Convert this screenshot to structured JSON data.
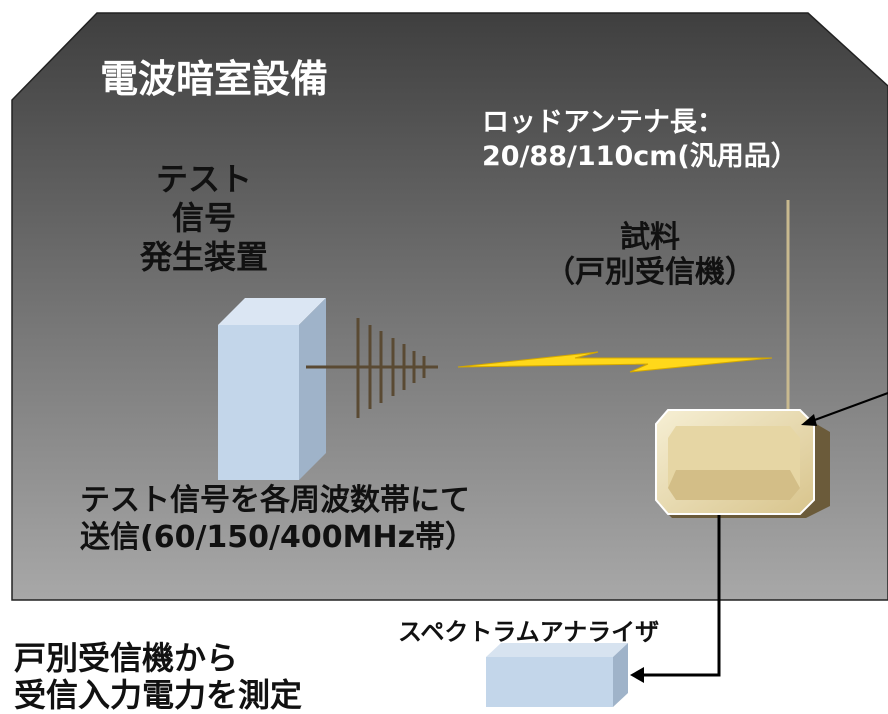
{
  "title": "電波暗室設備",
  "antenna_note": {
    "line1": "ロッドアンテナ長：",
    "line2": "20/88/110cm(汎用品）"
  },
  "test_signal_generator": {
    "line1": "テスト",
    "line2": "信号",
    "line3": "発生装置"
  },
  "sample": {
    "line1": "試料",
    "line2": "（戸別受信機）"
  },
  "transmission": {
    "line1": "テスト信号を各周波数帯にて",
    "line2": "送信(60/150/400MHz帯）"
  },
  "spectrum_analyzer_label": "スペクトラムアナライザ",
  "measurement": {
    "line1": "戸別受信機から",
    "line2": "受信入力電力を測定"
  },
  "colors": {
    "room_top": "#3f3f3f",
    "room_bottom": "#a8a8a8",
    "box_blue": "#c3d6ea",
    "receiver_gold": "#ece0b8",
    "signal_yellow": "#ffd81a",
    "antenna_brown": "#5a4a33",
    "rod_tan": "#c8b98f"
  }
}
